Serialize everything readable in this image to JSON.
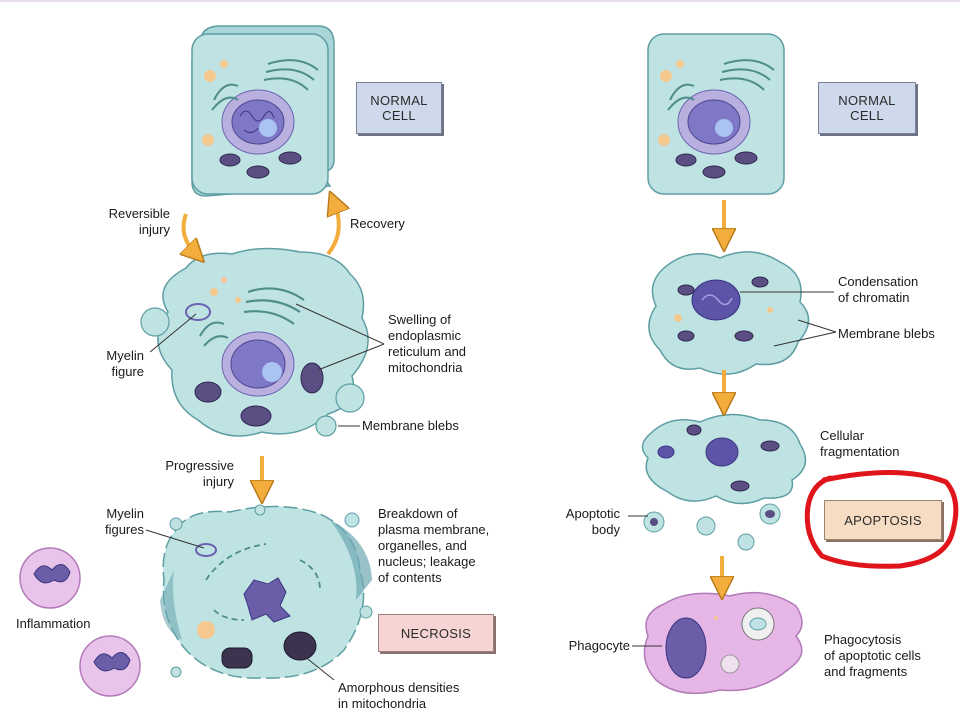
{
  "labels": {
    "normal_cell_left": "NORMAL\nCELL",
    "normal_cell_right": "NORMAL\nCELL",
    "necrosis": "NECROSIS",
    "apoptosis": "APOPTOSIS",
    "reversible_injury": "Reversible\ninjury",
    "recovery": "Recovery",
    "myelin_figure": "Myelin\nfigure",
    "swelling": "Swelling of\nendoplasmic\nreticulum and\nmitochondria",
    "membrane_blebs_left": "Membrane blebs",
    "progressive_injury": "Progressive\ninjury",
    "myelin_figures": "Myelin\nfigures",
    "breakdown": "Breakdown of\nplasma membrane,\norganelles, and\nnucleus; leakage\nof contents",
    "inflammation": "Inflammation",
    "amorphous": "Amorphous densities\nin mitochondria",
    "condensation": "Condensation\nof chromatin",
    "membrane_blebs_right": "Membrane blebs",
    "cellular_fragmentation": "Cellular\nfragmentation",
    "apoptotic_body": "Apoptotic\nbody",
    "phagocyte": "Phagocyte",
    "phagocytosis": "Phagocytosis\nof apoptotic cells\nand fragments"
  },
  "colors": {
    "cell_fill": "#bfe3e3",
    "cell_edge": "#5e9ea3",
    "nucleus": "#7f78c6",
    "arrow": "#f2ad3c",
    "highlight_ring": "#e0141b",
    "phagocyte_fill": "#e6b6e6"
  }
}
